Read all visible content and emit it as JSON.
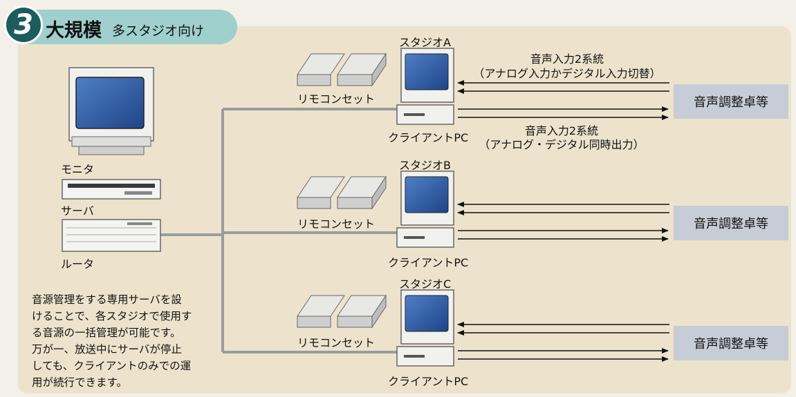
{
  "header": {
    "number": "3",
    "title": "大規模",
    "subtitle": "多スタジオ向け"
  },
  "labels": {
    "monitor": "モニタ",
    "server": "サーバ",
    "router": "ルータ"
  },
  "studios": [
    {
      "name": "スタジオA",
      "remote_label": "リモコンセット",
      "client_label": "クライアントPC",
      "console_label": "音声調整卓等",
      "input_label_line1": "音声入力2系統",
      "input_label_line2": "（アナログ入力かデジタル入力切替）",
      "output_label_line1": "音声入力2系統",
      "output_label_line2": "（アナログ・デジタル同時出力）"
    },
    {
      "name": "スタジオB",
      "remote_label": "リモコンセット",
      "client_label": "クライアントPC",
      "console_label": "音声調整卓等"
    },
    {
      "name": "スタジオC",
      "remote_label": "リモコンセット",
      "client_label": "クライアントPC",
      "console_label": "音声調整卓等"
    }
  ],
  "description": {
    "lines": [
      "音源管理をする専用サーバを設",
      "けることで、各スタジオで使用す",
      "る音源の一括管理が可能です。",
      "万が一、放送中にサーバが停止",
      "しても、クライアントのみでの運",
      "用が続行できます。"
    ]
  }
}
